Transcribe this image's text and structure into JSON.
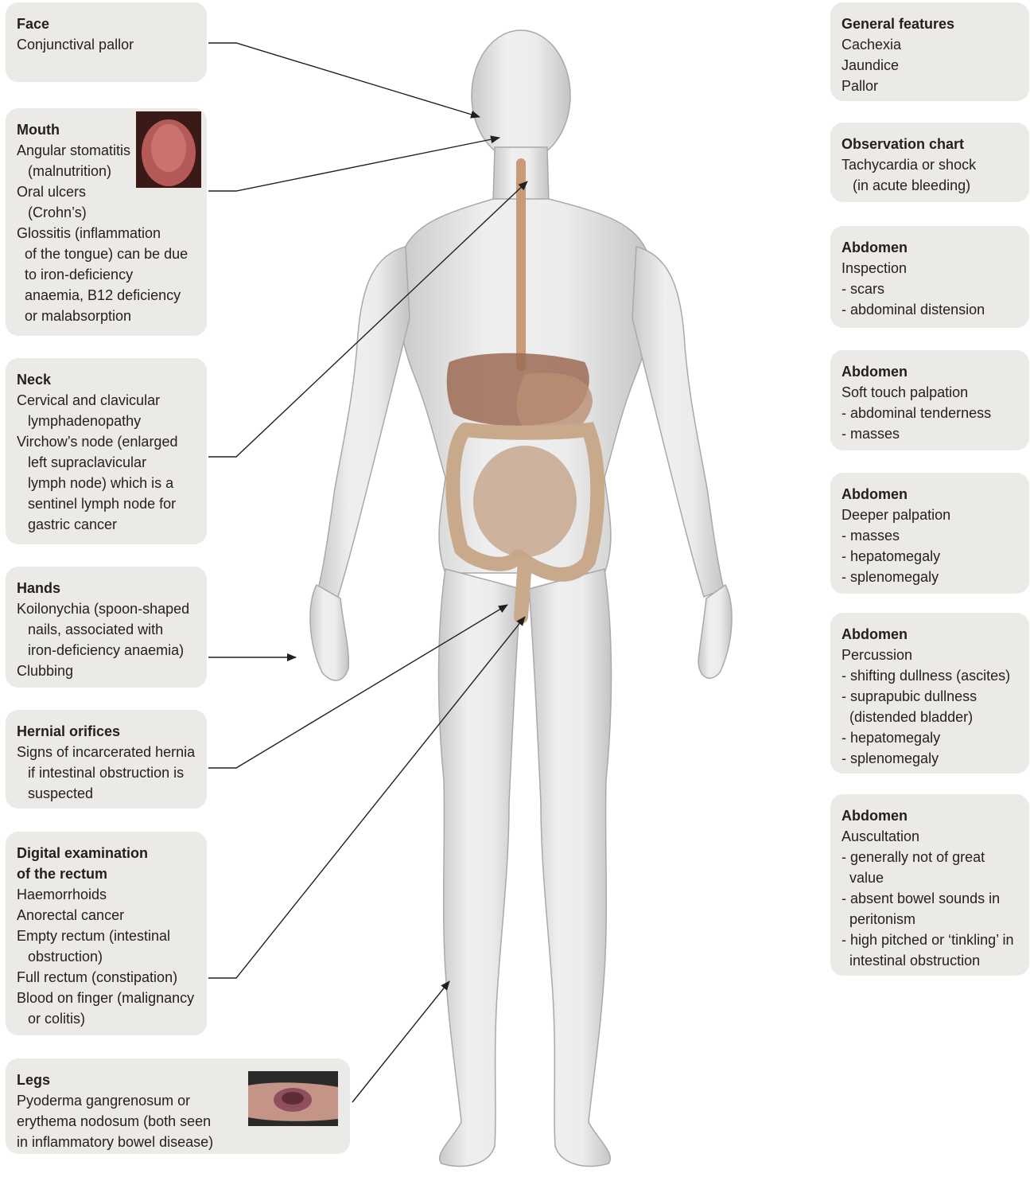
{
  "left": {
    "face": {
      "title": "Face",
      "lines": [
        "Conjunctival pallor"
      ]
    },
    "mouth": {
      "title": "Mouth",
      "lines": [
        "Angular stomatitis",
        "(malnutrition)",
        "Oral ulcers",
        "(Crohn’s)",
        "Glossitis (inflammation",
        "of the tongue) can be due",
        "to iron-deficiency",
        "anaemia, B12 deficiency",
        "or malabsorption"
      ]
    },
    "neck": {
      "title": "Neck",
      "lines": [
        "Cervical and clavicular",
        "lymphadenopathy",
        "Virchow’s node (enlarged",
        "left supraclavicular",
        "lymph node) which is a",
        "sentinel lymph node for",
        "gastric cancer"
      ]
    },
    "hands": {
      "title": "Hands",
      "lines": [
        "Koilonychia (spoon-shaped",
        "nails, associated with",
        "iron-deficiency anaemia)",
        "Clubbing"
      ]
    },
    "hernial": {
      "title": "Hernial orifices",
      "lines": [
        "Signs of incarcerated hernia",
        "if intestinal obstruction is",
        "suspected"
      ]
    },
    "rectum": {
      "title_1": "Digital examination",
      "title_2": "of the rectum",
      "lines": [
        "Haemorrhoids",
        "Anorectal cancer",
        "Empty rectum (intestinal",
        "obstruction)",
        "Full rectum (constipation)",
        "Blood on finger (malignancy",
        "or colitis)"
      ]
    },
    "legs": {
      "title": "Legs",
      "lines": [
        "Pyoderma gangrenosum or",
        "erythema nodosum (both seen",
        "in inflammatory bowel disease)"
      ]
    }
  },
  "right": {
    "general": {
      "title": "General features",
      "lines": [
        "Cachexia",
        "Jaundice",
        "Pallor"
      ]
    },
    "observation": {
      "title": "Observation chart",
      "lines": [
        "Tachycardia or shock",
        "(in acute bleeding)"
      ]
    },
    "abd1": {
      "title": "Abdomen",
      "lines": [
        "Inspection",
        "- scars",
        "- abdominal distension"
      ]
    },
    "abd2": {
      "title": "Abdomen",
      "lines": [
        "Soft touch palpation",
        "- abdominal tenderness",
        "- masses"
      ]
    },
    "abd3": {
      "title": "Abdomen",
      "lines": [
        "Deeper palpation",
        "- masses",
        "- hepatomegaly",
        "- splenomegaly"
      ]
    },
    "abd4": {
      "title": "Abdomen",
      "lines": [
        "Percussion",
        "- shifting dullness (ascites)",
        "- suprapubic dullness",
        "(distended bladder)",
        "- hepatomegaly",
        "- splenomegaly"
      ]
    },
    "abd5": {
      "title": "Abdomen",
      "lines": [
        "Auscultation",
        "- generally not of great",
        "value",
        "- absent bowel sounds in",
        "peritonism",
        "- high pitched or ‘tinkling’ in",
        "intestinal obstruction"
      ]
    }
  },
  "colors": {
    "box_bg": "#eceae6",
    "body_fill": "#d9d9d9",
    "organ": "#b98e74",
    "line": "#231f20"
  }
}
